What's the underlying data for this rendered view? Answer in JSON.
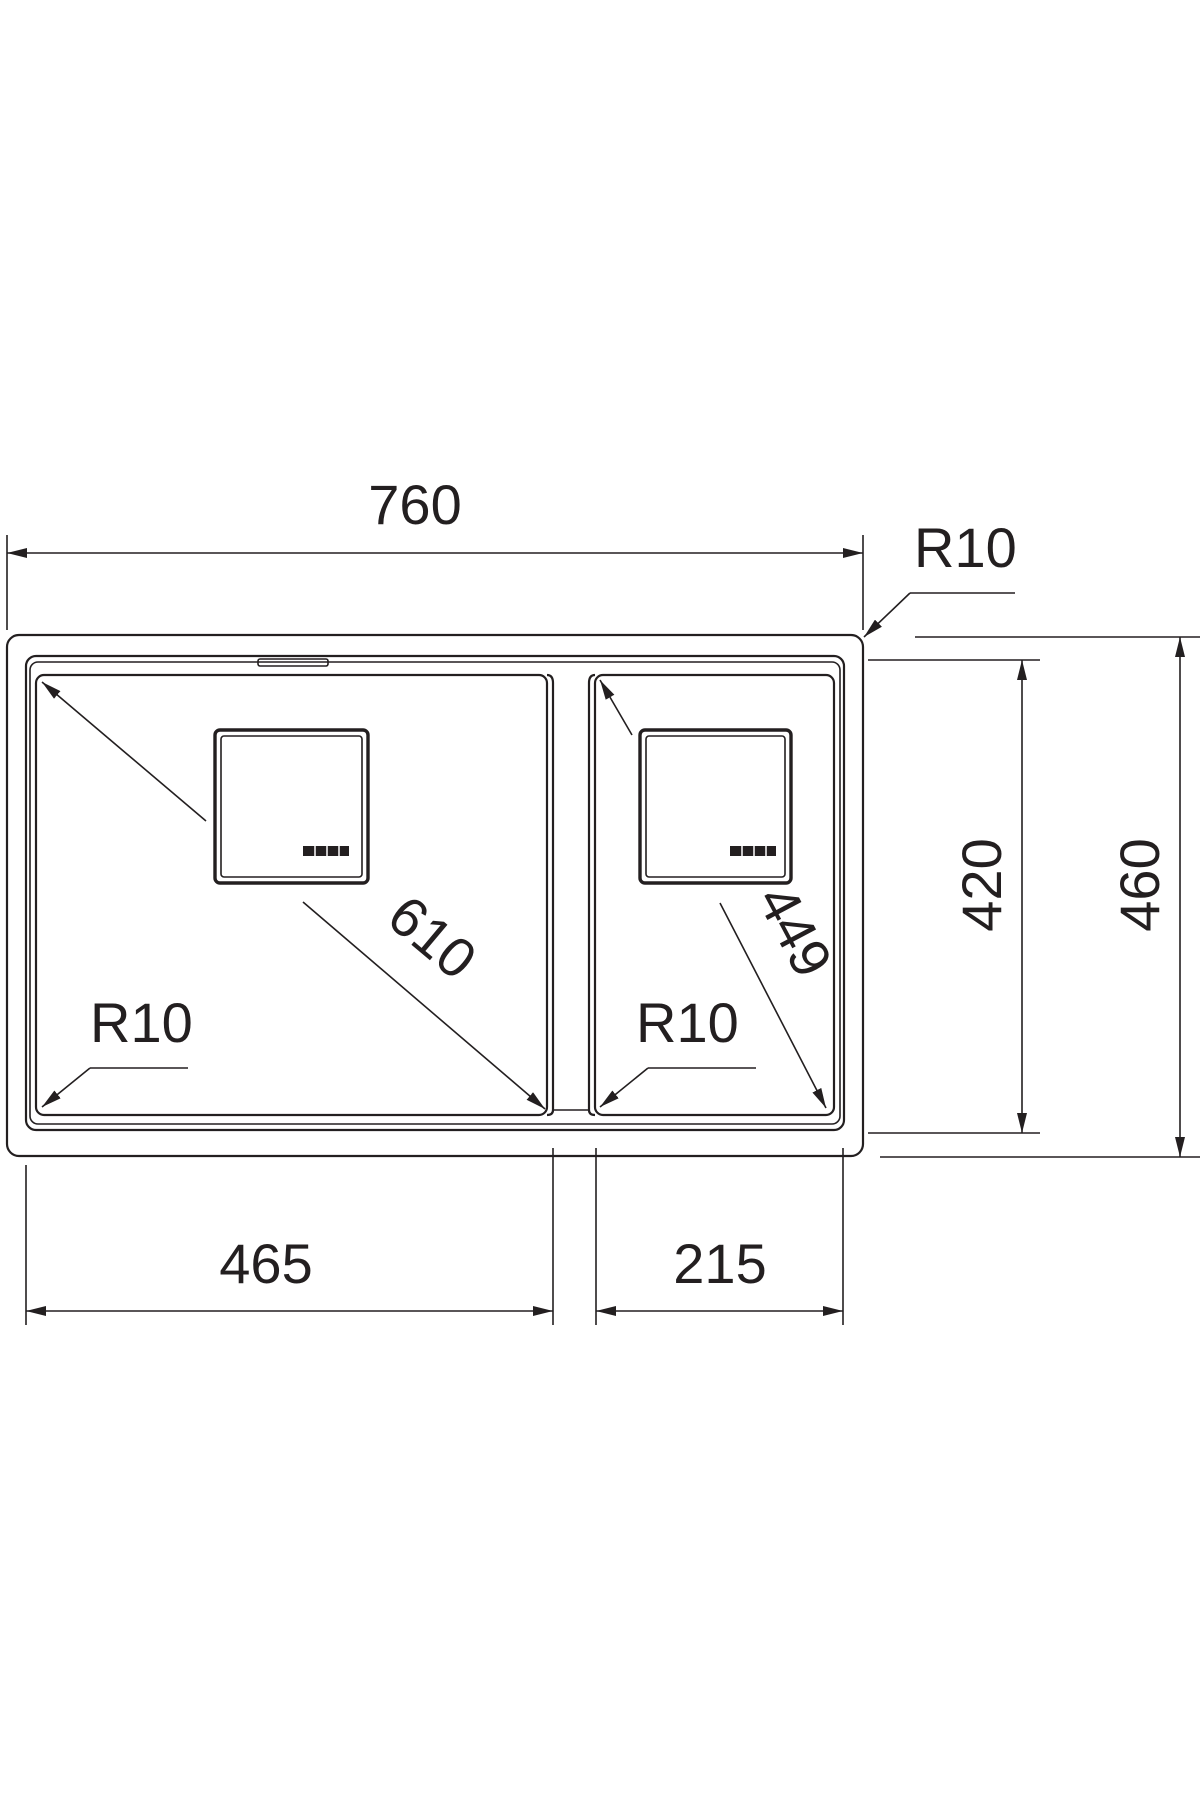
{
  "colors": {
    "background": "#ffffff",
    "line": "#231f20"
  },
  "dimensions": {
    "overall_width": "760",
    "overall_depth": "460",
    "bowl_depth": "420",
    "outer_corner_radius": "R10",
    "left_bowl_width": "465",
    "right_bowl_width": "215",
    "left_bowl_diagonal": "610",
    "right_bowl_diagonal": "449",
    "left_bowl_corner_radius": "R10",
    "right_bowl_corner_radius": "R10"
  }
}
